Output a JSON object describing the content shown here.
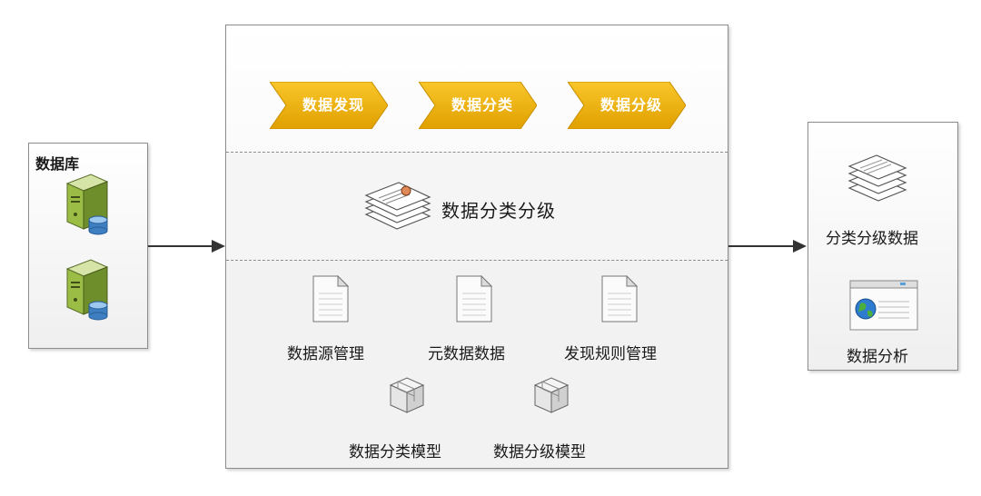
{
  "database": {
    "title": "数据库",
    "icons": [
      "server-icon",
      "server-icon"
    ]
  },
  "pipeline": {
    "steps": [
      "数据发现",
      "数据分类",
      "数据分级"
    ],
    "color": "#f4b400"
  },
  "center": {
    "title": "数据分类分级",
    "icon": "document-stack-icon"
  },
  "modules": {
    "items": [
      "数据源管理",
      "元数据数据",
      "发现规则管理"
    ],
    "models": [
      "数据分类模型",
      "数据分级模型"
    ]
  },
  "output": {
    "items": [
      "分类分级数据",
      "数据分析"
    ],
    "icons": [
      "document-stack-icon",
      "browser-globe-icon"
    ]
  }
}
